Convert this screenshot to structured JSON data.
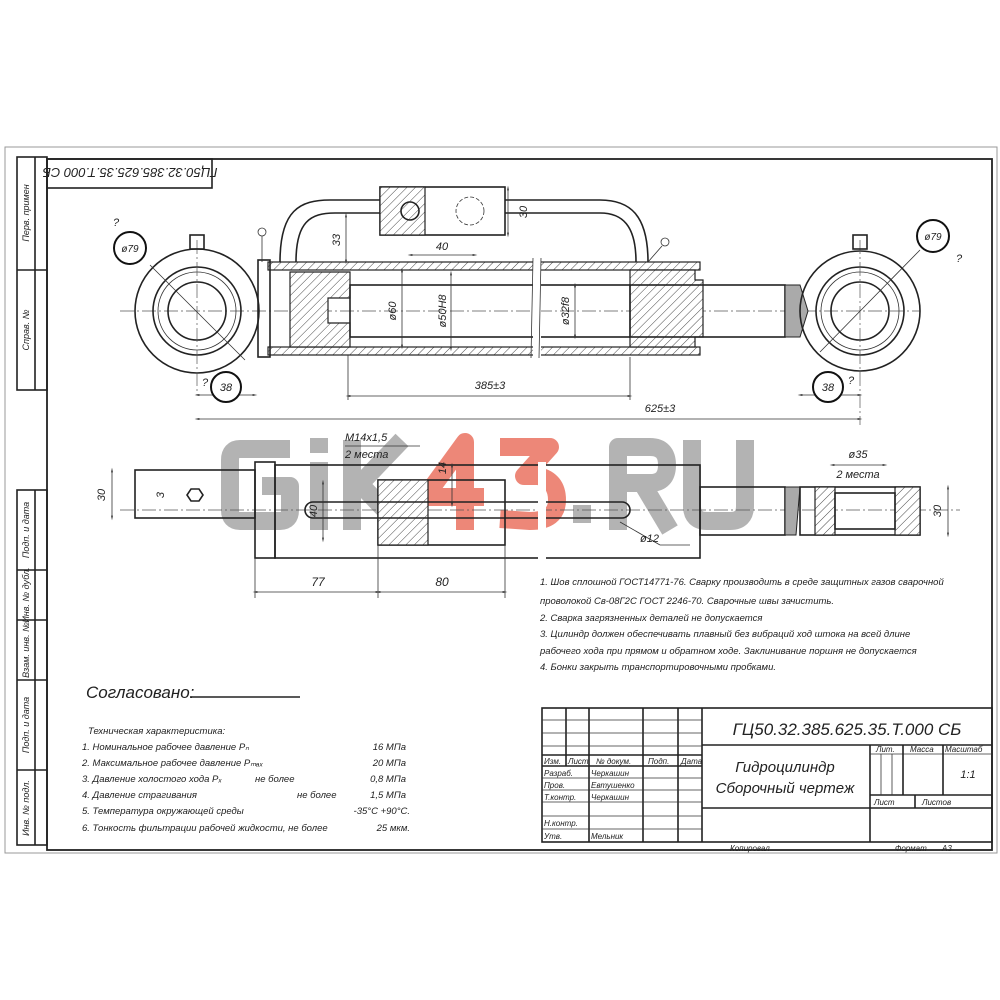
{
  "drawing": {
    "code_rotated": "ГЦ50.32.385.625.35.Т.000 СБ",
    "watermark": {
      "part1": "GiK",
      "part2": "43",
      "part3": ".RU",
      "gray": "#9a9a9a",
      "red": "#e8604c"
    },
    "side_labels": [
      "Перв. примен",
      "Справ. №",
      "Подп. и дата",
      "Инв. № дубл.",
      "Взам. инв. №",
      "Подп. и дата",
      "Инв. № подл."
    ],
    "top_view_dims": {
      "eye_dia_left": "ø79",
      "eye_dia_right": "ø79",
      "q_left": "?",
      "q_left2": "?",
      "q_right": "?",
      "q_right2": "?",
      "pipe_height": "33",
      "block_width": "40",
      "block_height": "30",
      "bore_outer": "ø60",
      "bore_inner": "ø50H8",
      "rod_dia": "ø32f8",
      "stroke": "385±3",
      "total_length": "625±3",
      "eye_offset_left": "38",
      "eye_offset_right": "38"
    },
    "bottom_view_dims": {
      "thread": "M14x1,5",
      "thread_places": "2 места",
      "thread_depth": "14",
      "stub_height": "30",
      "offset": "3",
      "slot_width": "40",
      "len_a": "77",
      "len_b": "80",
      "hole_dia": "ø12",
      "bush_dia": "ø35",
      "bush_places": "2 места",
      "eye_width": "30"
    }
  },
  "notes": [
    "1. Шов сплошной ГОСТ14771-76. Сварку производить в среде защитных газов сварочной",
    "проволокой Св-08Г2С ГОСТ 2246-70. Сварочные швы зачистить.",
    "2. Сварка загрязненных деталей не допускается",
    "3. Цилиндр должен обеспечивать плавный без вибраций ход штока на всей  длине",
    "рабочего хода при прямом и обратном ходе. Заклинивание поршня не допускается",
    "4. Бонки закрыть транспортировочными пробками."
  ],
  "agreed": "Согласовано:",
  "specs": {
    "title": "Техническая характеристика:",
    "rows": [
      {
        "label": "1. Номинальное рабочее давление    Pₙ",
        "cond": "",
        "value": "16 МПа"
      },
      {
        "label": "2. Максимальное рабочее давление Pₘₐₓ",
        "cond": "",
        "value": "20 МПа"
      },
      {
        "label": "3. Давление холостого хода Pₓ",
        "cond": "не более",
        "value": "0,8 МПа"
      },
      {
        "label": "4. Давление страгивания",
        "cond": "не более",
        "value": "1,5 МПа"
      },
      {
        "label": "5. Температура окружающей среды",
        "cond": "",
        "value": "-35°C +90°C."
      },
      {
        "label": "6. Тонкость фильтрации рабочей жидкости, не более",
        "cond": "",
        "value": "25 мкм."
      }
    ]
  },
  "title_block": {
    "code": "ГЦ50.32.385.625.35.Т.000 СБ",
    "name_line1": "Гидроцилиндр",
    "name_line2": "Сборочный чертеж",
    "headers": {
      "izm": "Изм.",
      "list": "Лист",
      "doc": "№ докум.",
      "sign": "Подп.",
      "date": "Дата"
    },
    "roles": [
      {
        "role": "Разраб.",
        "name": "Черкашин"
      },
      {
        "role": "Пров.",
        "name": "Евтушенко"
      },
      {
        "role": "Т.контр.",
        "name": "Черкашин"
      },
      {
        "role": "",
        "name": ""
      },
      {
        "role": "Н.контр.",
        "name": ""
      },
      {
        "role": "Утв.",
        "name": "Мельник"
      }
    ],
    "lit": "Лит.",
    "mass": "Масса",
    "scale_label": "Масштаб",
    "scale": "1:1",
    "sheet": "Лист",
    "sheets": "Листов",
    "copied": "Копировал",
    "format_label": "Формат",
    "format": "А3"
  }
}
